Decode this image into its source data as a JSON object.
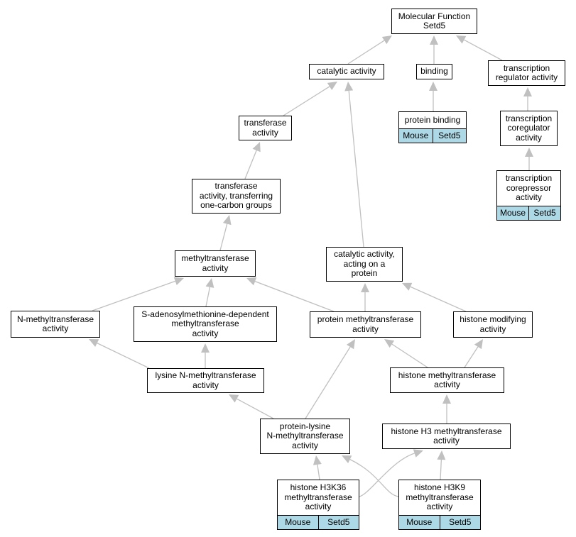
{
  "nodes": [
    {
      "id": "mf",
      "label": "Molecular Function\nSetd5"
    },
    {
      "id": "cat",
      "label": "catalytic activity"
    },
    {
      "id": "bind",
      "label": "binding"
    },
    {
      "id": "treg",
      "label": "transcription\nregulator activity"
    },
    {
      "id": "pbind",
      "label": "protein binding",
      "annotation": {
        "organism": "Mouse",
        "gene": "Setd5"
      }
    },
    {
      "id": "tcoreg",
      "label": "transcription\ncoregulator\nactivity"
    },
    {
      "id": "tcorep",
      "label": "transcription\ncorepressor\nactivity",
      "annotation": {
        "organism": "Mouse",
        "gene": "Setd5"
      }
    },
    {
      "id": "transf",
      "label": "transferase\nactivity"
    },
    {
      "id": "tocg",
      "label": "transferase\nactivity, transferring\none-carbon groups"
    },
    {
      "id": "mt",
      "label": "methyltransferase\nactivity"
    },
    {
      "id": "catp",
      "label": "catalytic activity,\nacting on a\nprotein"
    },
    {
      "id": "nmt",
      "label": "N-methyltransferase\nactivity"
    },
    {
      "id": "sam",
      "label": "S-adenosylmethionine-dependent\nmethyltransferase\nactivity"
    },
    {
      "id": "pmt",
      "label": "protein methyltransferase\nactivity"
    },
    {
      "id": "hmod",
      "label": "histone modifying\nactivity"
    },
    {
      "id": "lnmt",
      "label": "lysine N-methyltransferase\nactivity"
    },
    {
      "id": "hmt",
      "label": "histone methyltransferase\nactivity"
    },
    {
      "id": "plnmt",
      "label": "protein-lysine\nN-methyltransferase\nactivity"
    },
    {
      "id": "h3mt",
      "label": "histone H3 methyltransferase\nactivity"
    },
    {
      "id": "h3k36",
      "label": "histone H3K36\nmethyltransferase\nactivity",
      "annotation": {
        "organism": "Mouse",
        "gene": "Setd5"
      }
    },
    {
      "id": "h3k9",
      "label": "histone H3K9\nmethyltransferase\nactivity",
      "annotation": {
        "organism": "Mouse",
        "gene": "Setd5"
      }
    }
  ],
  "edges": [
    [
      "cat",
      "mf"
    ],
    [
      "bind",
      "mf"
    ],
    [
      "treg",
      "mf"
    ],
    [
      "pbind",
      "bind"
    ],
    [
      "tcoreg",
      "treg"
    ],
    [
      "tcorep",
      "tcoreg"
    ],
    [
      "transf",
      "cat"
    ],
    [
      "catp",
      "cat"
    ],
    [
      "tocg",
      "transf"
    ],
    [
      "mt",
      "tocg"
    ],
    [
      "nmt",
      "mt"
    ],
    [
      "sam",
      "mt"
    ],
    [
      "pmt",
      "mt"
    ],
    [
      "pmt",
      "catp"
    ],
    [
      "hmod",
      "catp"
    ],
    [
      "lnmt",
      "nmt"
    ],
    [
      "lnmt",
      "sam"
    ],
    [
      "hmt",
      "pmt"
    ],
    [
      "hmt",
      "hmod"
    ],
    [
      "plnmt",
      "lnmt"
    ],
    [
      "plnmt",
      "pmt"
    ],
    [
      "h3mt",
      "hmt"
    ],
    [
      "h3k36",
      "plnmt"
    ],
    [
      "h3k36",
      "h3mt"
    ],
    [
      "h3k9",
      "plnmt"
    ],
    [
      "h3k9",
      "h3mt"
    ]
  ],
  "colors": {
    "annotation_fill": "#add8e6",
    "edge": "#c0c0c0",
    "border": "#000000"
  }
}
